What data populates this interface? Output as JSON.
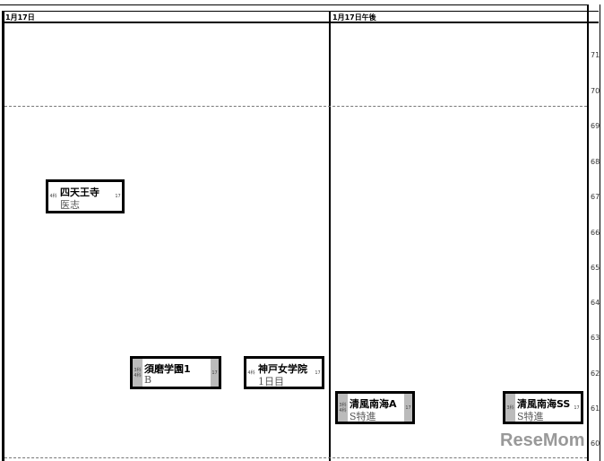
{
  "columns": [
    {
      "label": "1月17日"
    },
    {
      "label": "1月17日午後"
    }
  ],
  "scale": [
    "71",
    "70",
    "69",
    "68",
    "67",
    "66",
    "65",
    "64",
    "63",
    "62",
    "61",
    "60"
  ],
  "schools": [
    {
      "name": "四天王寺",
      "course": "医志",
      "left": "4科",
      "right": "17",
      "gray": false
    },
    {
      "name": "須磨学園1",
      "course": "B",
      "left": "3科\n4科",
      "right": "17",
      "gray": true
    },
    {
      "name": "神戸女学院",
      "course": "1日目",
      "left": "4科",
      "right": "17",
      "gray": false
    },
    {
      "name": "清風南海A",
      "course": "S特進",
      "left": "3科\n4科",
      "right": "17",
      "gray": true
    },
    {
      "name": "清風南海SS",
      "course": "S特進",
      "left": "3科",
      "right": "17",
      "gray": true
    }
  ],
  "watermark": "ReseMom"
}
